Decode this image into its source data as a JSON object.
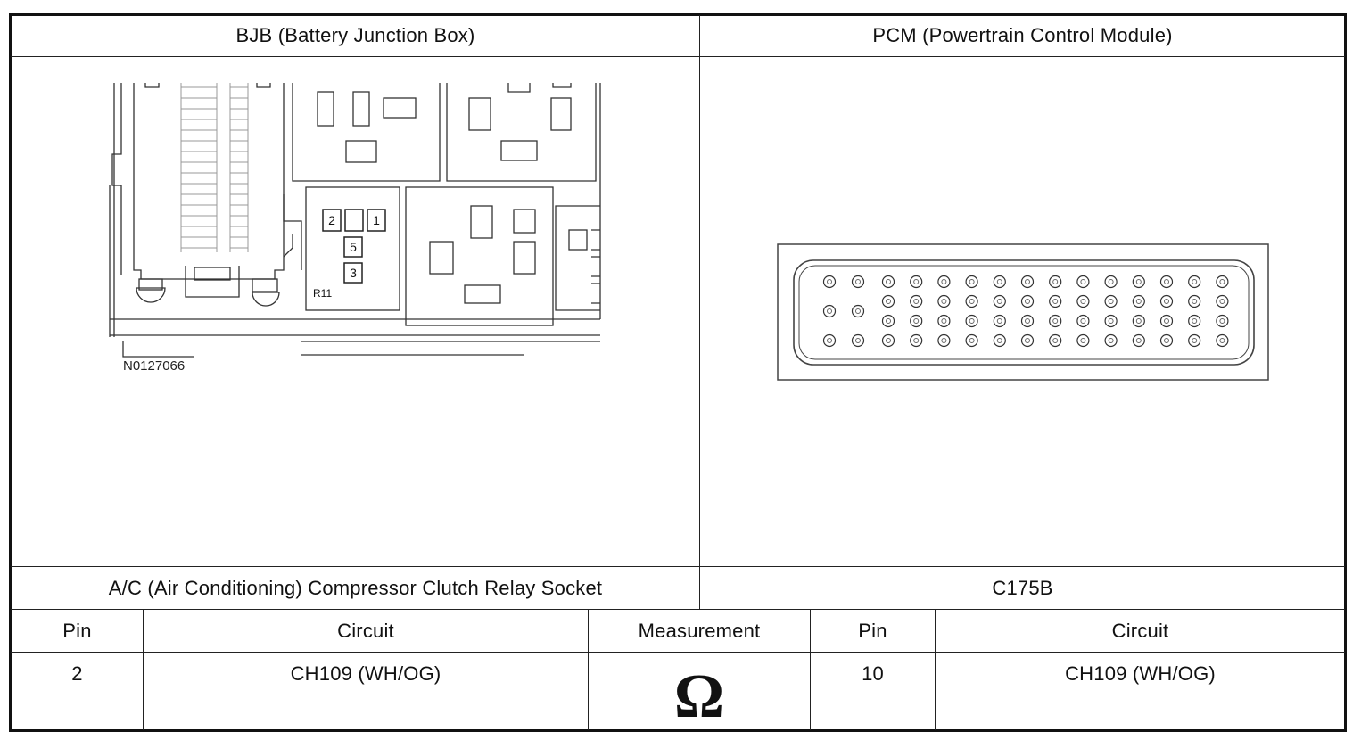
{
  "headers": {
    "left": "BJB (Battery Junction Box)",
    "right": "PCM (Powertrain Control Module)"
  },
  "bjb_diagram": {
    "figure_code": "N0127066",
    "relay_label": "R11",
    "relay_pins": [
      "2",
      "1",
      "5",
      "3"
    ]
  },
  "pcm_diagram": {
    "pin_count": 58
  },
  "connectors": {
    "left": "A/C (Air Conditioning) Compressor Clutch Relay Socket",
    "right": "C175B"
  },
  "table": {
    "columns": [
      "Pin",
      "Circuit",
      "Measurement",
      "Pin",
      "Circuit"
    ],
    "row": {
      "pin_a": "2",
      "circuit_a": "CH109 (WH/OG)",
      "measurement": "Ω",
      "pin_b": "10",
      "circuit_b": "CH109 (WH/OG)"
    }
  }
}
